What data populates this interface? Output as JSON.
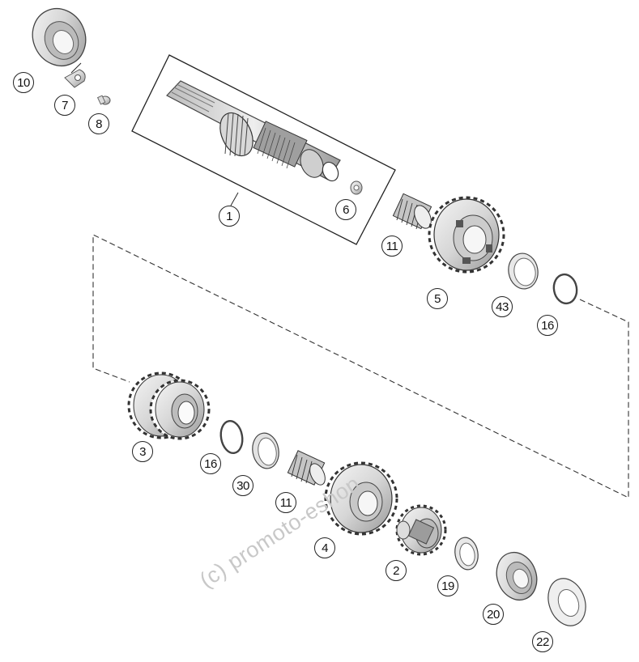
{
  "diagram": {
    "watermark": "(c) promoto-eshop",
    "callouts": {
      "c1": "1",
      "c2": "2",
      "c3": "3",
      "c4": "4",
      "c5": "5",
      "c6": "6",
      "c7": "7",
      "c8": "8",
      "c10": "10",
      "c11a": "11",
      "c11b": "11",
      "c16a": "16",
      "c16b": "16",
      "c19": "19",
      "c20": "20",
      "c22": "22",
      "c30": "30",
      "c43": "43"
    }
  }
}
